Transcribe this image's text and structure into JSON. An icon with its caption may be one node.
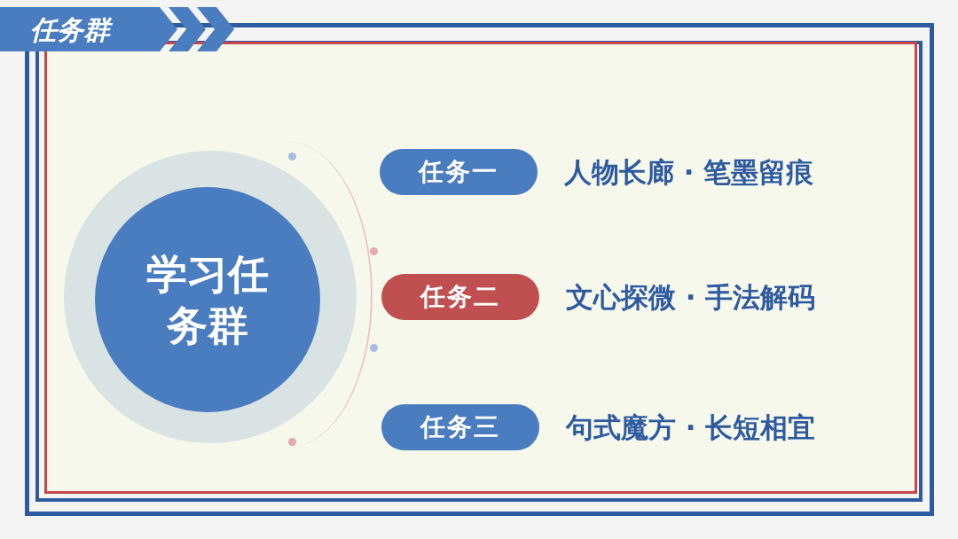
{
  "diagram": {
    "title": "任务群",
    "nodes": [
      {
        "text": [
          "学习任务群"
        ]
      },
      {
        "text": [
          "任务一"
        ],
        "beside": [
          "人物长廊 · 笔墨留痕"
        ]
      },
      {
        "text": [
          "任务二"
        ],
        "beside": [
          "文心探微 · 手法解码"
        ]
      },
      {
        "text": [
          "任务三"
        ],
        "beside": [
          "句式魔方 · 长短相宜"
        ]
      }
    ]
  }
}
